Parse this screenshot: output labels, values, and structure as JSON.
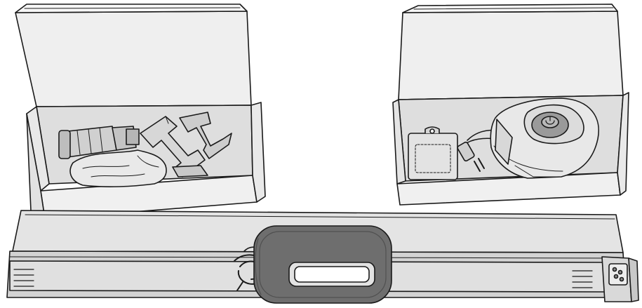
{
  "illustration": {
    "boxes": [
      {
        "name": "left-box",
        "contents": [
          "motor-unit",
          "mounting-brackets",
          "wrapped-parts-bag"
        ]
      },
      {
        "name": "right-box",
        "contents": [
          "operator-unit",
          "hardware-blister-pack",
          "power-cord-plug"
        ]
      }
    ],
    "rail": {
      "name": "drive-rail",
      "contents": [
        "motor-carriage",
        "cable-coil",
        "end-stop-hardware"
      ]
    },
    "colors": {
      "outline": "#1a1a1a",
      "box_outer": "#efefef",
      "box_inner": "#d9d9d9",
      "box_floor": "#e6e6e6",
      "rail_top": "#e4e4e4",
      "rail_face": "#cfcfcf",
      "carriage": "#6e6e6e",
      "carriage_dark": "#505050",
      "operator_body": "#e8e8e8",
      "operator_button": "#9a9a9a"
    }
  }
}
